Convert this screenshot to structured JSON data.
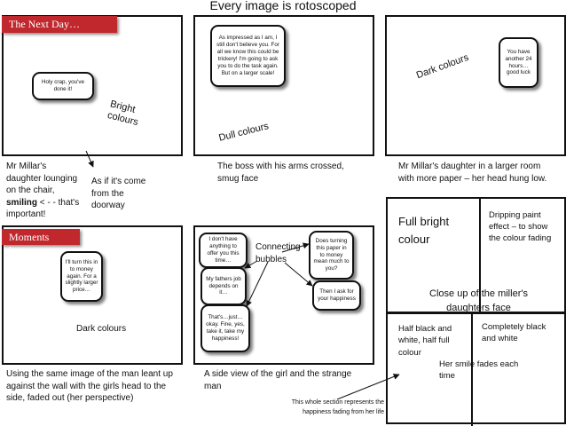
{
  "title": "Every image is rotoscoped",
  "tags": {
    "next_day": "The Next Day…",
    "moments_later": "Moments later…"
  },
  "panel1": {
    "bubble": "Holy crap, you've done it!",
    "label": "Bright colours"
  },
  "panel2": {
    "bubble": "As impressed as I am, I still don't believe you. For all we know this could be trickery! I'm going to ask you to do the task again. But on a larger scale!",
    "label": "Dull colours"
  },
  "panel3": {
    "bubble": "You have another 24 hours… good luck",
    "label": "Dark colours"
  },
  "captions": {
    "c1_pre": "Mr Millar's daughter lounging on the chair,",
    "c1_bold": "smiling",
    "c1_post": "< - - that's important!",
    "c1_side": "As if it's come from the doorway",
    "c2": "The boss with his arms crossed, smug face",
    "c3": "Mr Millar's daughter in a larger room with more paper – her head hung low.",
    "c4": "Using the same image of the man leant up against the wall with the girls head to the side, faded out (her perspective)",
    "c5": "A side view of the girl and the strange man",
    "section_note": "This whole section represents the happiness fading from her life"
  },
  "panel4": {
    "bubble": "I'll turn this in to money again. For a slightly larger price…",
    "label": "Dark colours"
  },
  "panel5": {
    "bubbles": [
      "I don't have anything to offer you this time…",
      "My fathers job depends on it…",
      "That's…just… okay. Fine, yes, take it, take my happiness!",
      "Does turning this paper in to money mean much to you?",
      "Then I ask for your happiness"
    ],
    "connecting": "Connecting bubbles"
  },
  "panel6": {
    "full_bright": "Full bright colour",
    "dripping": "Dripping paint effect – to show the colour fading",
    "closeup": "Close up of the miller's daughters face",
    "half_black": "Half black and white, half full colour",
    "completely_black": "Completely black and white",
    "smile_fades": "Her smile fades each time"
  }
}
